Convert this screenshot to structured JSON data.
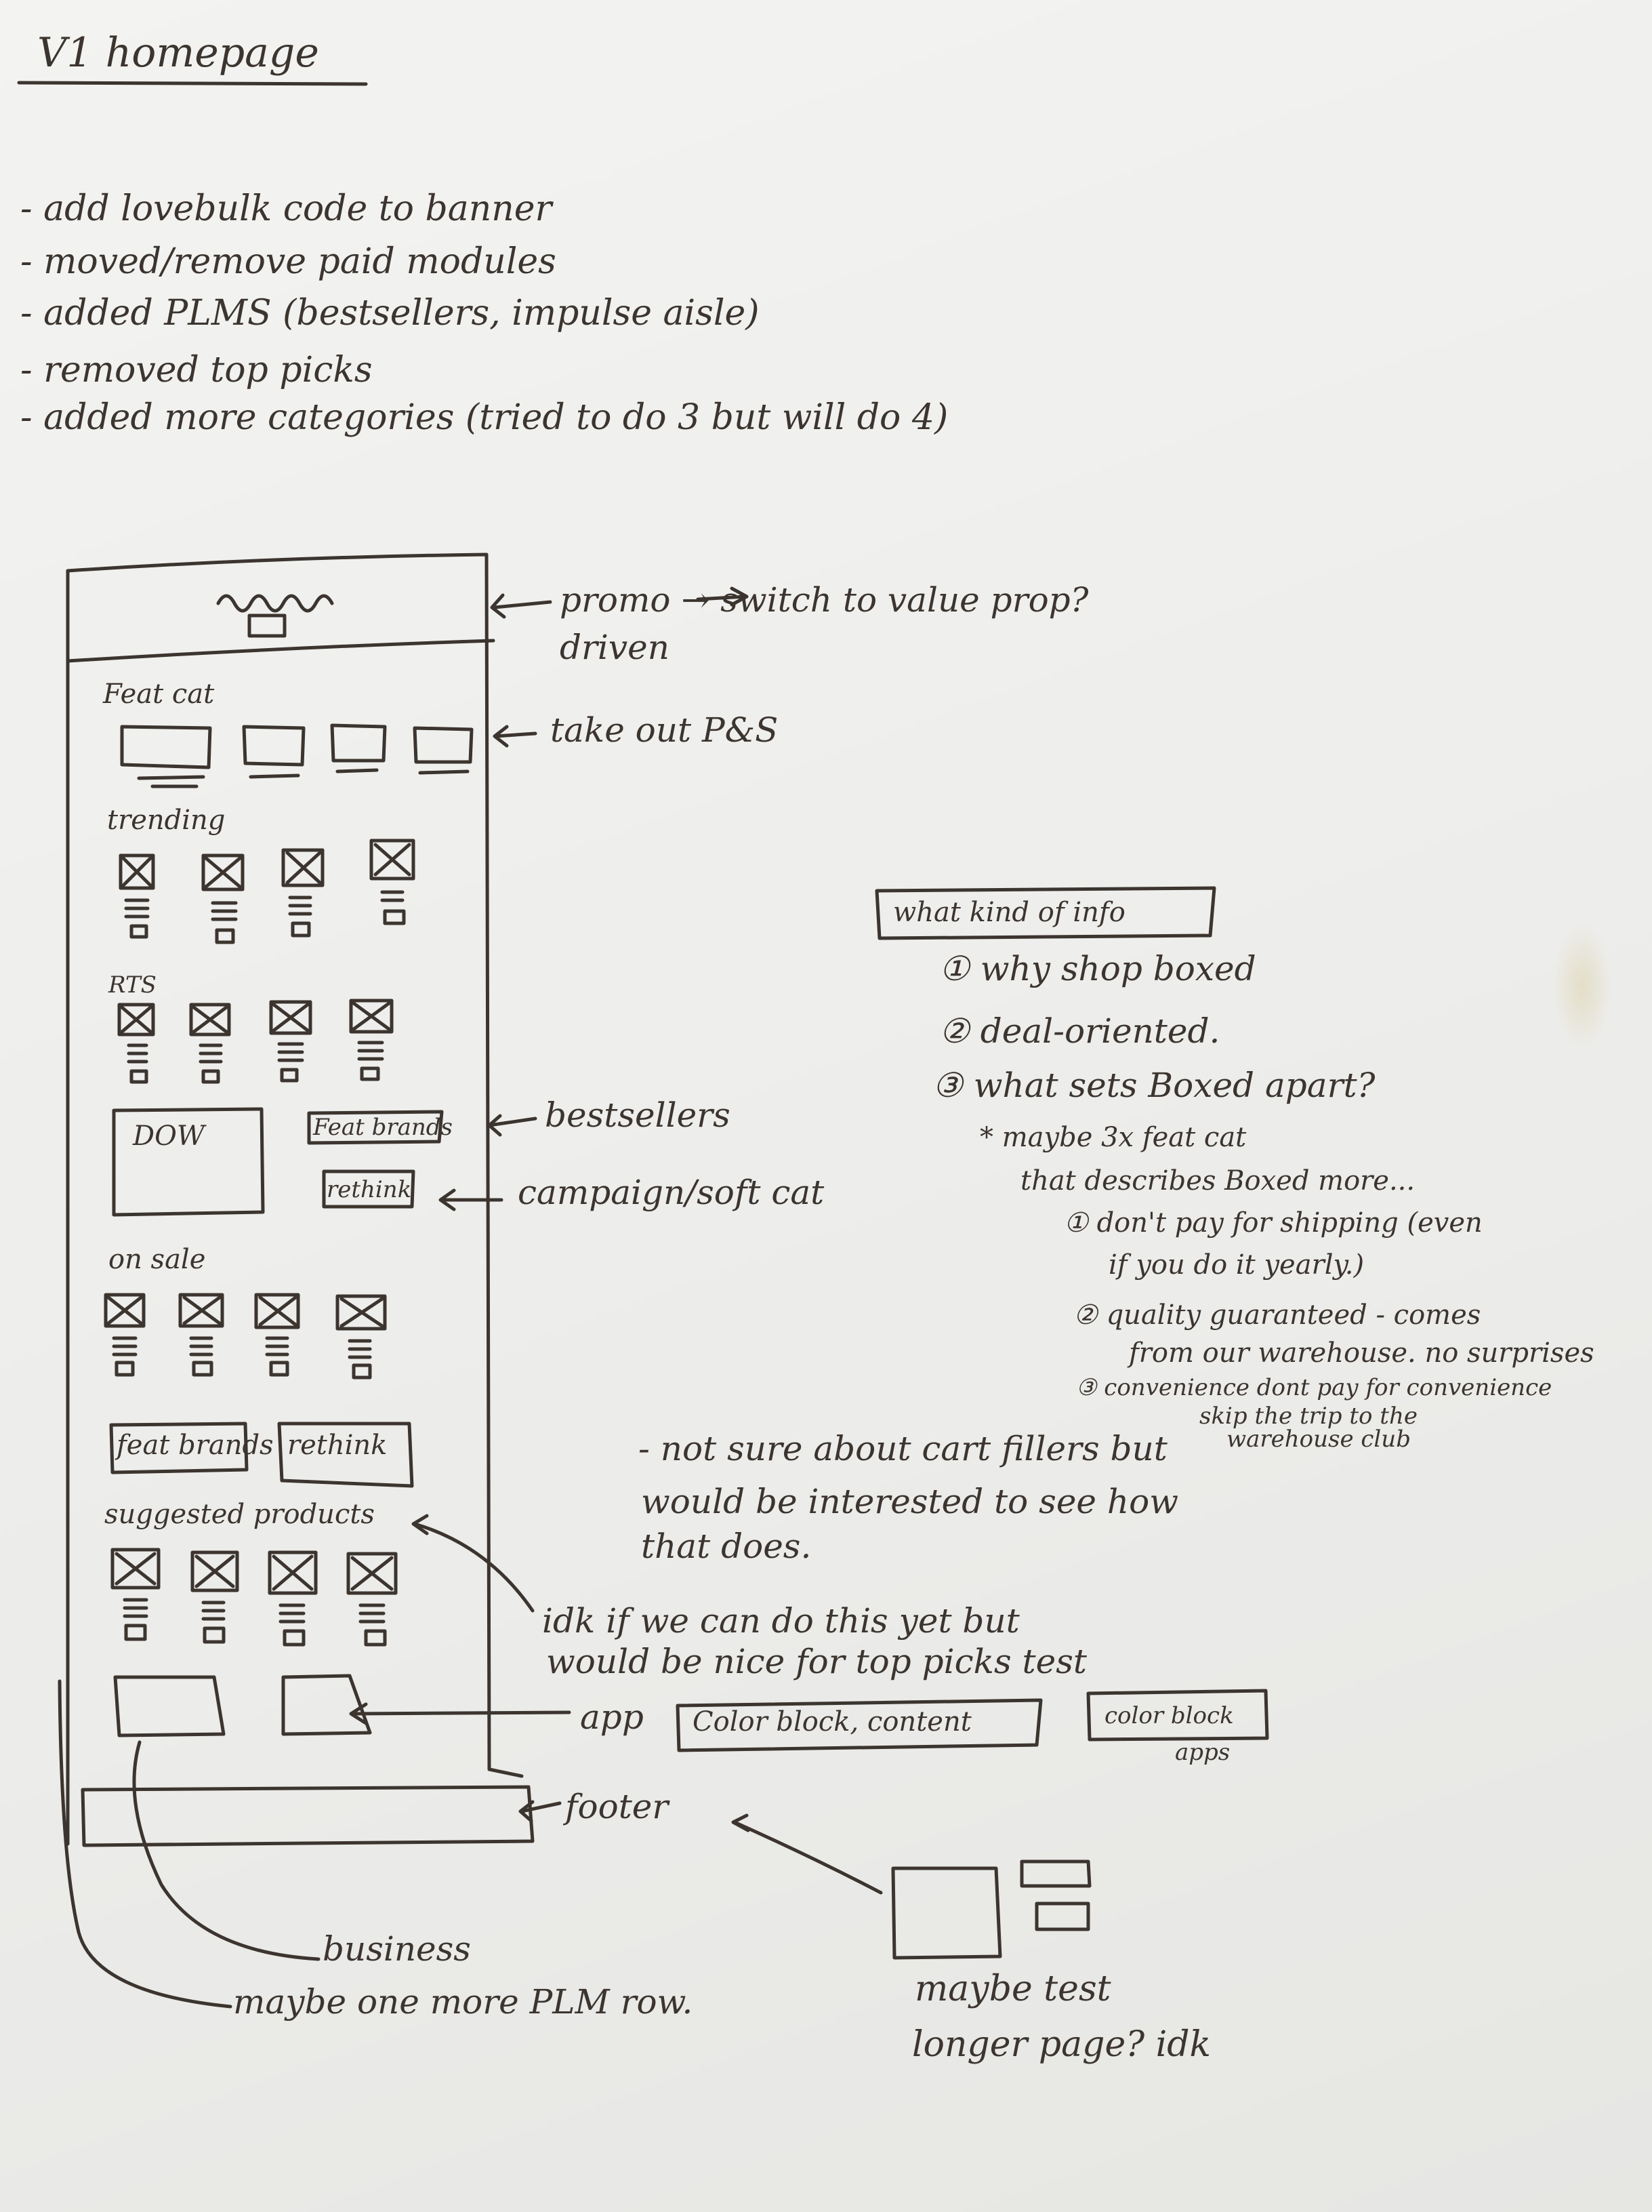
{
  "title": "V1 homepage",
  "changes": [
    "- add lovebulk code to banner",
    "- moved/remove paid modules",
    "- added PLMS (bestsellers, impulse aisle)",
    "- removed top picks",
    "- added more categories (tried to do 3 but will do 4)"
  ],
  "wireframe": {
    "sections": {
      "feat_cat": "Feat cat",
      "trending": "trending",
      "rts": "RTS",
      "dow": "DOW",
      "feat_brands_top": "Feat brands",
      "rethink_top": "rethink",
      "on_sale": "on sale",
      "feat_brands_bottom": "feat brands",
      "rethink_bottom": "rethink",
      "suggested_products": "suggested products"
    }
  },
  "annotations": {
    "promo": "promo → switch to value prop?",
    "promo_line2": "driven",
    "take_out": "take out P&S",
    "bestsellers": "bestsellers",
    "campaign": "campaign/soft cat",
    "idk_line1": "idk if we can do this yet but",
    "idk_line2": "would be nice for top picks test",
    "app": "app",
    "color_block_content": "Color block, content",
    "color_block": "color block",
    "apps": "apps",
    "footer": "footer",
    "business": "business",
    "maybe_one_more": "maybe one more PLM row.",
    "maybe_test_line1": "maybe test",
    "maybe_test_line2": "longer page? idk",
    "cart_filler_line1": "- not sure about cart fillers but",
    "cart_filler_line2": "would be interested to see how",
    "cart_filler_line3": "that does."
  },
  "info_panel": {
    "heading": "what kind of info",
    "items": [
      "① why shop boxed",
      "② deal-oriented.",
      "③ what sets Boxed apart?"
    ],
    "maybe_line1": "* maybe 3x feat cat",
    "maybe_line2": "that describes Boxed more...",
    "sub_items": [
      "① don't pay for shipping (even",
      "if you do it yearly.)",
      "② quality guaranteed - comes",
      "from our warehouse. no surprises",
      "③ convenience dont pay for convenience",
      "skip the trip to the",
      "warehouse club"
    ]
  }
}
